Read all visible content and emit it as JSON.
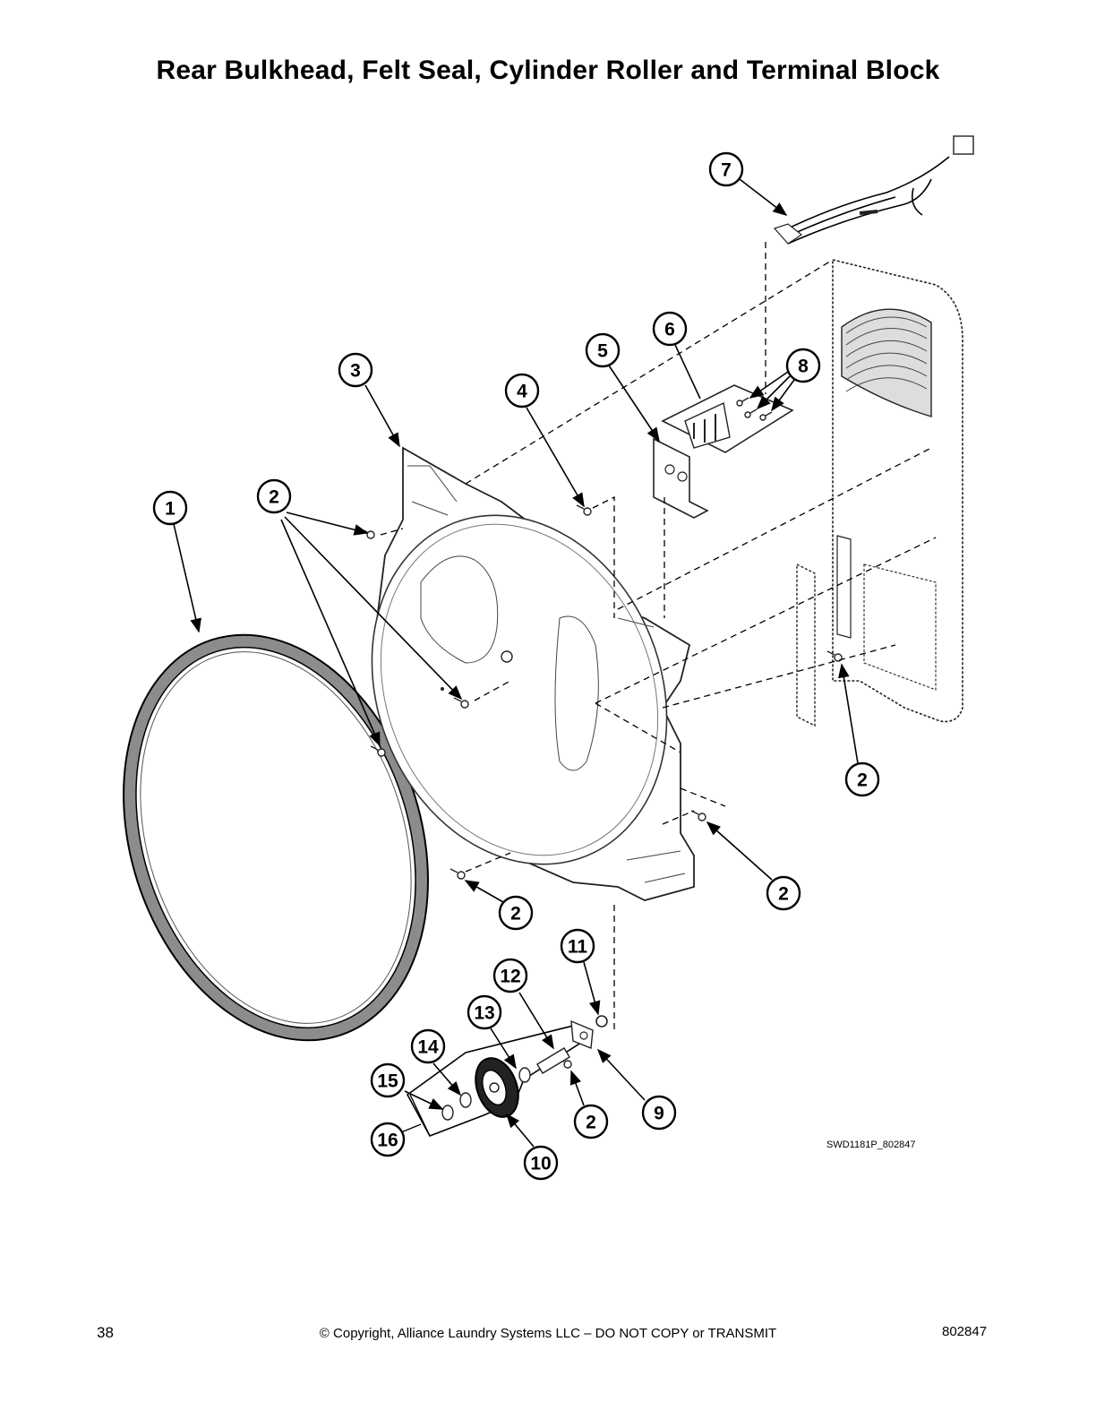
{
  "page": {
    "title": "Rear Bulkhead, Felt Seal, Cylinder Roller and Terminal Block",
    "page_number": "38",
    "copyright": "© Copyright, Alliance Laundry Systems LLC – DO NOT COPY or TRANSMIT",
    "document_number": "802847"
  },
  "diagram": {
    "figure_id": "SWD1181P_802847",
    "callouts": {
      "c1": "1",
      "c2a": "2",
      "c2b": "2",
      "c2c": "2",
      "c2d": "2",
      "c2e": "2",
      "c3": "3",
      "c4": "4",
      "c5": "5",
      "c6": "6",
      "c7": "7",
      "c8": "8",
      "c9": "9",
      "c10": "10",
      "c11": "11",
      "c12": "12",
      "c13": "13",
      "c14": "14",
      "c15": "15",
      "c16": "16"
    }
  }
}
